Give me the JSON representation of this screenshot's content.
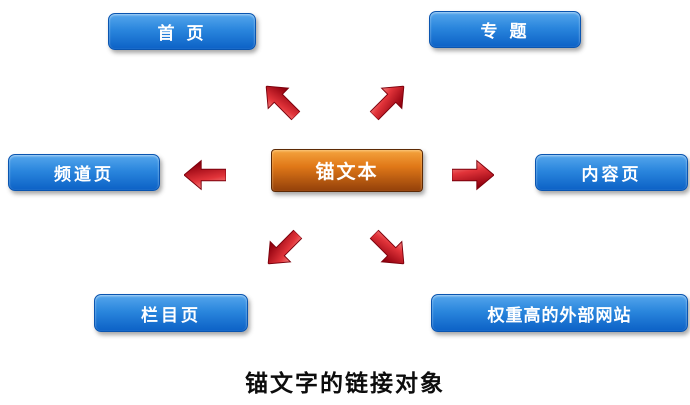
{
  "diagram": {
    "center": {
      "label": "锚文本"
    },
    "nodes": [
      {
        "id": "home",
        "label": "首  页"
      },
      {
        "id": "topic",
        "label": "专  题"
      },
      {
        "id": "channel",
        "label": "频道页"
      },
      {
        "id": "content",
        "label": "内容页"
      },
      {
        "id": "column",
        "label": "栏目页"
      },
      {
        "id": "external",
        "label": "权重高的外部网站"
      }
    ],
    "arrows": [
      {
        "direction": "up-left"
      },
      {
        "direction": "up-right"
      },
      {
        "direction": "left"
      },
      {
        "direction": "right"
      },
      {
        "direction": "down-left"
      },
      {
        "direction": "down-right"
      }
    ],
    "caption": "锚文字的链接对象",
    "colors": {
      "node_blue_top": "#55a6ec",
      "node_blue_bottom": "#0c61c6",
      "center_orange_top": "#f5a43e",
      "center_orange_bottom": "#93400a",
      "arrow_red_light": "#ff9f9a",
      "arrow_red_dark": "#8f000e",
      "text_white": "#ffffff",
      "caption_black": "#0d0d0d"
    }
  }
}
